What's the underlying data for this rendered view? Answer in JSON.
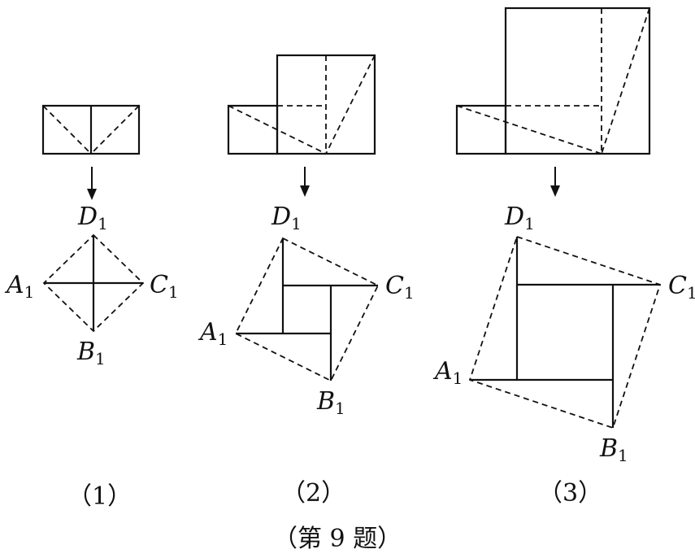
{
  "panels": [
    {
      "label": "（1）",
      "points": {
        "A": "A",
        "B": "B",
        "C": "C",
        "D": "D"
      },
      "subscript": "1"
    },
    {
      "label": "（2）",
      "points": {
        "A": "A",
        "B": "B",
        "C": "C",
        "D": "D"
      },
      "subscript": "1"
    },
    {
      "label": "（3）",
      "points": {
        "A": "A",
        "B": "B",
        "C": "C",
        "D": "D"
      },
      "subscript": "1"
    }
  ],
  "caption": "（第 9 题）"
}
